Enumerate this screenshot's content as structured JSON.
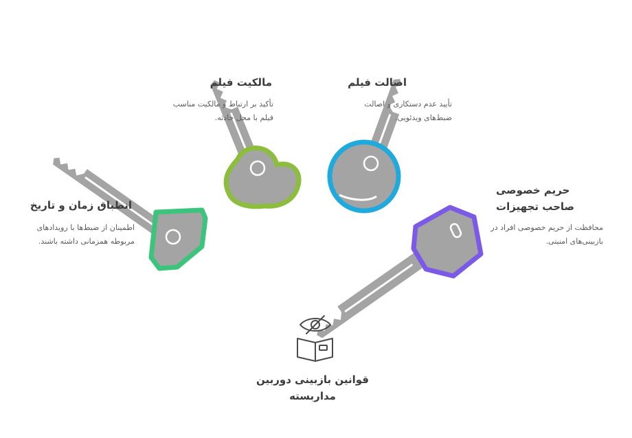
{
  "center": {
    "title": "قوانین بازبینی دوربین مداربسته",
    "icon": "eye-slash-book-icon"
  },
  "items": [
    {
      "title": "انطباق زمان و تاریخ",
      "description": "اطمینان از ضبط‌ها با رویدادهای مربوطه همزمانی داشته باشند.",
      "color": "#3cc47c",
      "icon": "key-pentagon-icon"
    },
    {
      "title": "مالکیت فیلم",
      "description": "تأکید بر ارتباط و مالکیت مناسب فیلم با محل حادثه.",
      "color": "#8cbd3c",
      "icon": "key-cloud-icon"
    },
    {
      "title": "اصالت فیلم",
      "description": "تأیید عدم دستکاری و اصالت ضبط‌های ویدئویی.",
      "color": "#1fa9dc",
      "icon": "key-round-icon"
    },
    {
      "title": "حریم خصوصی صاحب تجهیزات",
      "description": "محافظت از حریم خصوصی افراد در بازبینی‌های امنیتی.",
      "color": "#7a5ae6",
      "icon": "key-hexagon-icon"
    }
  ]
}
